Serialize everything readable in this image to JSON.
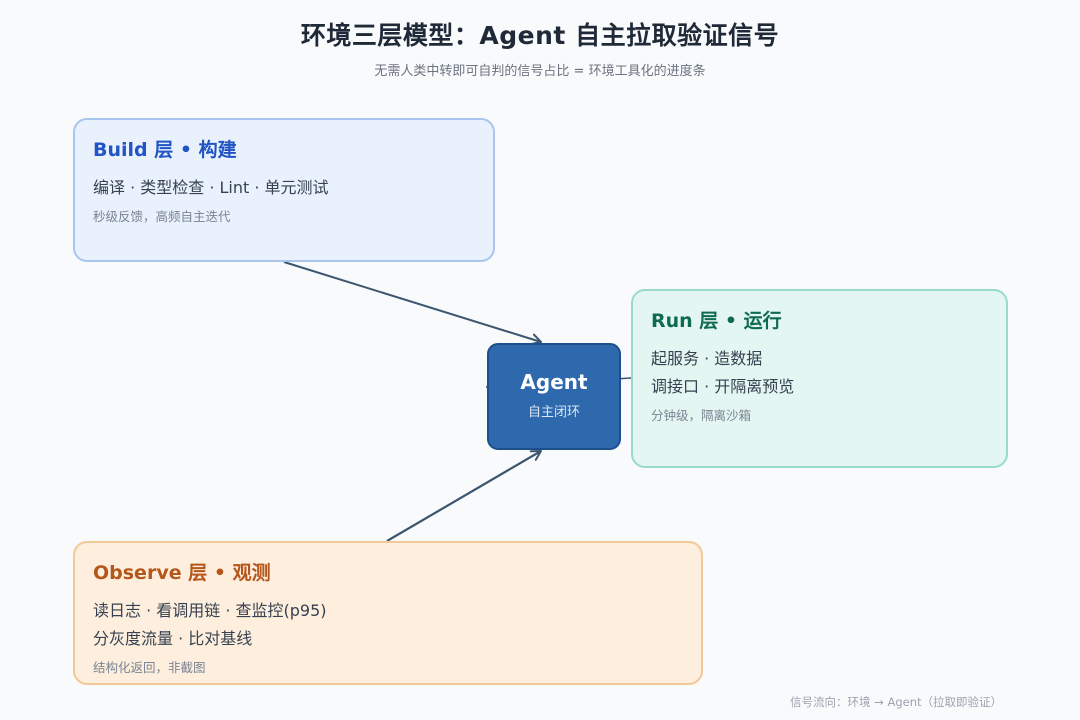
{
  "title": "环境三层模型：Agent 自主拉取验证信号",
  "subtitle": "无需人类中转即可自判的信号占比 = 环境工具化的进度条",
  "layers": {
    "build": {
      "title": "Build 层 • 构建",
      "lines": [
        "编译 · 类型检查 · Lint · 单元测试"
      ],
      "note": "秒级反馈，高频自主迭代",
      "color": "#2154c4"
    },
    "run": {
      "title": "Run 层 • 运行",
      "lines": [
        "起服务 · 造数据",
        "调接口 · 开隔离预览"
      ],
      "note": "分钟级，隔离沙箱",
      "color": "#0f6b50"
    },
    "observe": {
      "title": "Observe 层 • 观测",
      "lines": [
        "读日志 · 看调用链 · 查监控(p95)",
        "分灰度流量 · 比对基线"
      ],
      "note": "结构化返回，非截图",
      "color": "#b5561a"
    }
  },
  "agent": {
    "title": "Agent",
    "subtitle": "自主闭环",
    "color": "#2e68ad"
  },
  "footer": "信号流向：环境 → Agent（拉取即验证）",
  "arrow_color": "#3c5670"
}
